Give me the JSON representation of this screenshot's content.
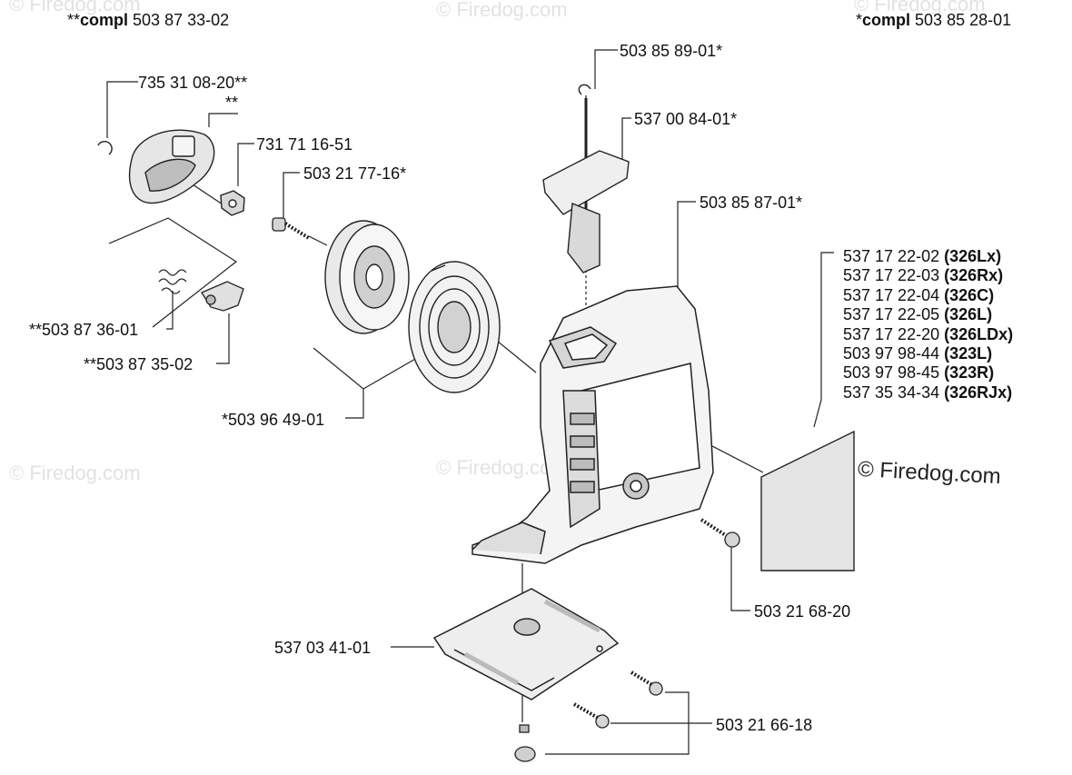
{
  "watermark": {
    "text": "© Firedog.com"
  },
  "assemblies": {
    "left": {
      "prefix": "**",
      "bold": "compl",
      "number": " 503 87 33-02"
    },
    "right": {
      "prefix": "*",
      "bold": "compl",
      "number": " 503 85 28-01"
    }
  },
  "parts": [
    {
      "id": "p1",
      "text": "735 31 08-20**"
    },
    {
      "id": "p2",
      "text": "**"
    },
    {
      "id": "p3",
      "text": "731 71 16-51"
    },
    {
      "id": "p4",
      "text": "503 21 77-16*"
    },
    {
      "id": "p5",
      "text": "**503 87 36-01"
    },
    {
      "id": "p6",
      "text": "**503 87 35-02"
    },
    {
      "id": "p7",
      "text": "*503 96 49-01"
    },
    {
      "id": "p8",
      "text": "503 85 89-01*"
    },
    {
      "id": "p9",
      "text": "537 00 84-01*"
    },
    {
      "id": "p10",
      "text": "503 85 87-01*"
    },
    {
      "id": "p11",
      "text": "503 21 68-20"
    },
    {
      "id": "p12",
      "text": "537 03 41-01"
    },
    {
      "id": "p13",
      "text": "503 21 66-18"
    }
  ],
  "decals": [
    {
      "number": "537 17 22-02 ",
      "model": "(326Lx)"
    },
    {
      "number": "537 17 22-03 ",
      "model": "(326Rx)"
    },
    {
      "number": "537 17 22-04 ",
      "model": "(326C)"
    },
    {
      "number": "537 17 22-05 ",
      "model": "(326L)"
    },
    {
      "number": "537 17 22-20 ",
      "model": "(326LDx)"
    },
    {
      "number": "503 97 98-44 ",
      "model": "(323L)"
    },
    {
      "number": "503 97 98-45 ",
      "model": "(323R)"
    },
    {
      "number": "537 35 34-34 ",
      "model": "(326RJx)"
    }
  ],
  "colors": {
    "line": "#222222",
    "fill_light": "#f2f2f2",
    "fill_mid": "#d0d0d0",
    "fill_dark": "#9a9a9a",
    "watermark": "#e2e2e2"
  }
}
